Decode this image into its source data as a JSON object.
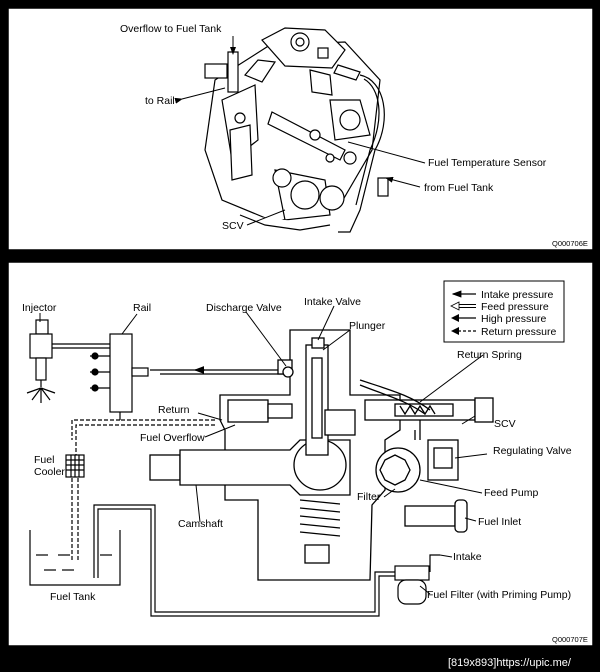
{
  "top_diagram": {
    "labels": {
      "overflow": "Overflow to Fuel Tank",
      "to_rail": "to Rail",
      "temp_sensor": "Fuel Temperature Sensor",
      "from_tank": "from Fuel Tank",
      "scv": "SCV"
    },
    "figure_code": "Q000706E"
  },
  "bottom_diagram": {
    "labels": {
      "injector": "Injector",
      "rail": "Rail",
      "discharge_valve": "Discharge Valve",
      "intake_valve": "Intake Valve",
      "plunger": "Plunger",
      "return_spring": "Return Spring",
      "return": "Return",
      "fuel_overflow": "Fuel Overflow",
      "scv": "SCV",
      "regulating_valve": "Regulating Valve",
      "fuel_cooler_1": "Fuel",
      "fuel_cooler_2": "Cooler",
      "filter": "Filter",
      "feed_pump": "Feed Pump",
      "fuel_inlet": "Fuel Inlet",
      "camshaft": "Camshaft",
      "intake": "Intake",
      "fuel_tank": "Fuel Tank",
      "fuel_filter": "Fuel Filter (with Priming Pump)"
    },
    "legend": [
      {
        "key": "intake",
        "label": "Intake pressure"
      },
      {
        "key": "feed",
        "label": "Feed pressure"
      },
      {
        "key": "high",
        "label": "High pressure"
      },
      {
        "key": "return",
        "label": "Return pressure"
      }
    ],
    "figure_code": "Q000707E"
  },
  "footer": {
    "text": "[819x893]https://upic.me/"
  }
}
